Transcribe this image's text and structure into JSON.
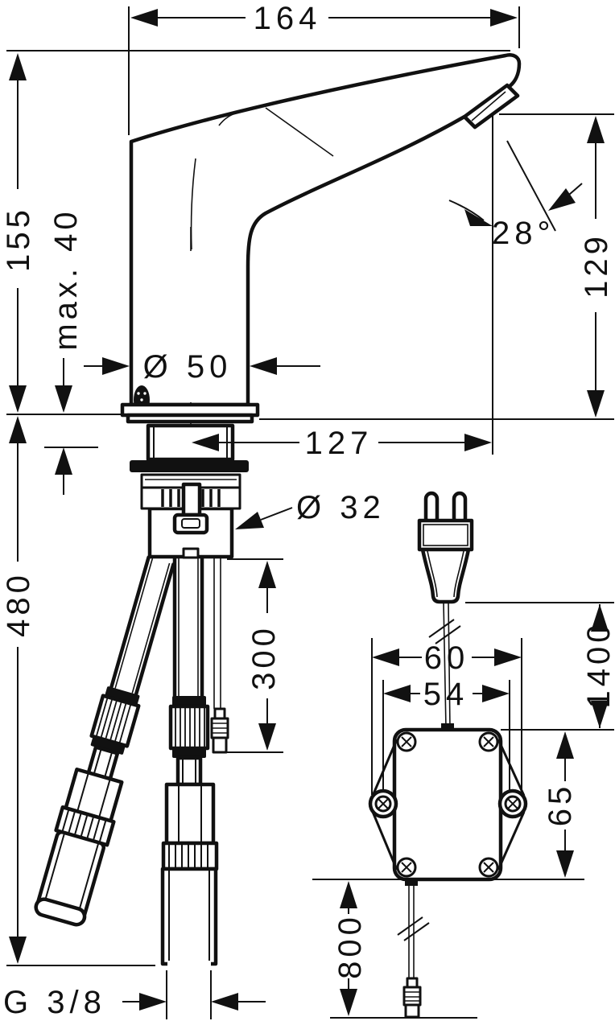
{
  "colors": {
    "ink": "#111111",
    "paper": "#ffffff"
  },
  "drawing": {
    "dims": {
      "top_width": "164",
      "total_height": "155",
      "deck_thickness": "max. 40",
      "spout_angle": "28°",
      "outlet_height": "129",
      "body_diameter": "Ø 50",
      "spout_reach": "127",
      "shank_diameter": "Ø 32",
      "sensor_cable_length": "300",
      "hose_length": "480",
      "box_width_outer": "60",
      "box_mount_spacing": "54",
      "plug_cable_length": "1400",
      "box_height": "65",
      "box_cable_length": "800",
      "supply_thread": "G 3/8"
    }
  }
}
